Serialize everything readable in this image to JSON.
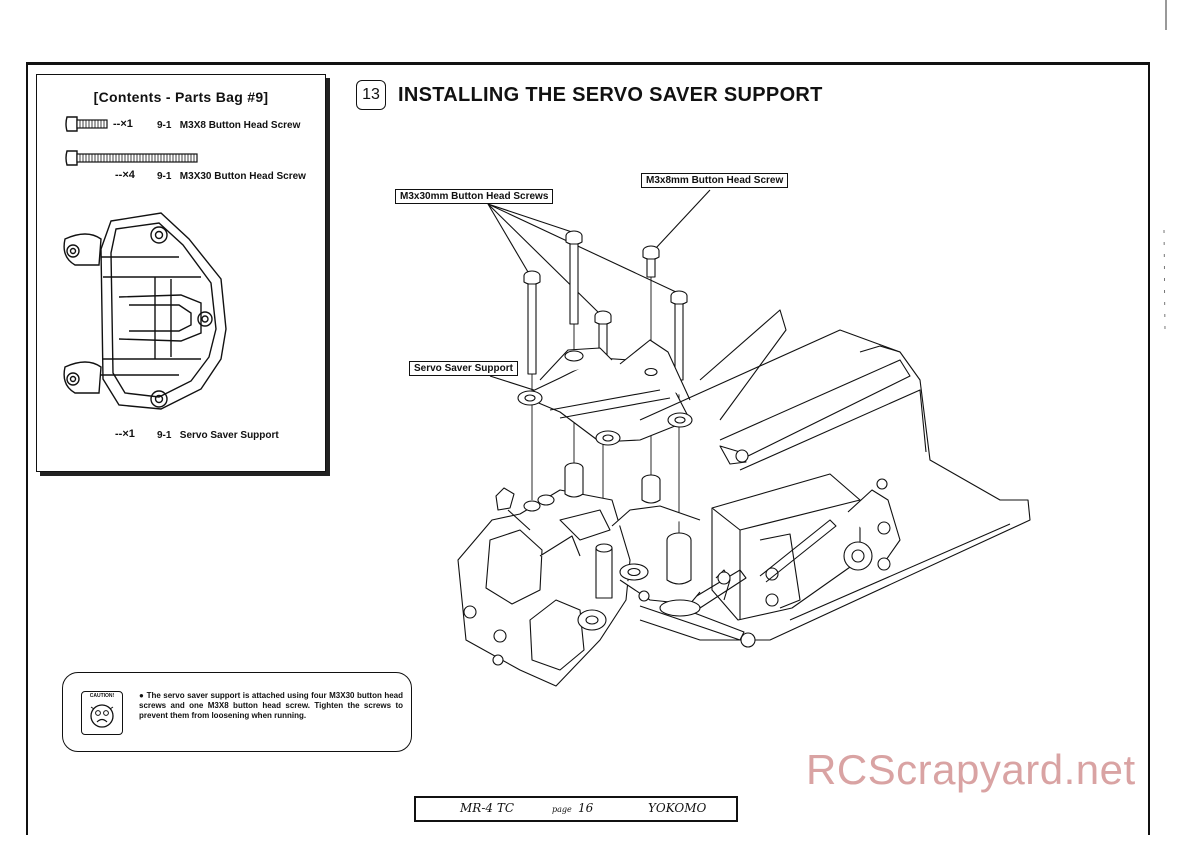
{
  "contents": {
    "title": "[Contents - Parts Bag #9]",
    "parts": [
      {
        "qty": "--×1",
        "code": "9-1",
        "name": "M3X8 Button Head Screw"
      },
      {
        "qty": "--×4",
        "code": "9-1",
        "name": "M3X30 Button Head Screw"
      },
      {
        "qty": "--×1",
        "code": "9-1",
        "name": "Servo Saver Support"
      }
    ]
  },
  "step": {
    "number": "13",
    "title": "INSTALLING THE SERVO SAVER SUPPORT"
  },
  "callouts": {
    "m3x30": "M3x30mm Button Head Screws",
    "m3x8": "M3x8mm Button Head Screw",
    "support": "Servo Saver Support"
  },
  "caution": {
    "label": "CAUTION!",
    "text": "● The servo saver support is attached using four M3X30 button head screws and one M3X8 button head screw.  Tighten the screws to prevent them from loosening when running."
  },
  "footer": {
    "model": "MR-4 TC",
    "page_label": "page",
    "page_number": "16",
    "brand": "YOKOMO"
  },
  "watermark": "RCScrapyard.net"
}
